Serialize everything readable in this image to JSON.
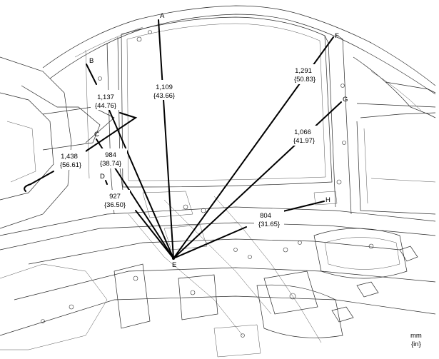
{
  "diagram": {
    "units": {
      "primary": "mm",
      "secondary": "{in}"
    },
    "points": [
      "A",
      "B",
      "C",
      "D",
      "E",
      "F",
      "G",
      "H"
    ],
    "measurements": [
      {
        "from": "A",
        "to": "E",
        "mm": "1,109",
        "inch": "{43.66}"
      },
      {
        "from": "B",
        "to": "E",
        "mm": "1,137",
        "inch": "{44.76}"
      },
      {
        "from": "C",
        "to": "E",
        "mm": "984",
        "inch": "{38.74}"
      },
      {
        "from": "D",
        "to": "E",
        "mm": "927",
        "inch": "{36.50}"
      },
      {
        "from": "F",
        "to": "E",
        "mm": "1,291",
        "inch": "{50.83}"
      },
      {
        "from": "G",
        "to": "E",
        "mm": "1,066",
        "inch": "{41.97}"
      },
      {
        "from": "H",
        "to": "E",
        "mm": "804",
        "inch": "{31.65}"
      },
      {
        "from": "",
        "to": "",
        "mm": "1,438",
        "inch": "{56.61}"
      }
    ]
  }
}
